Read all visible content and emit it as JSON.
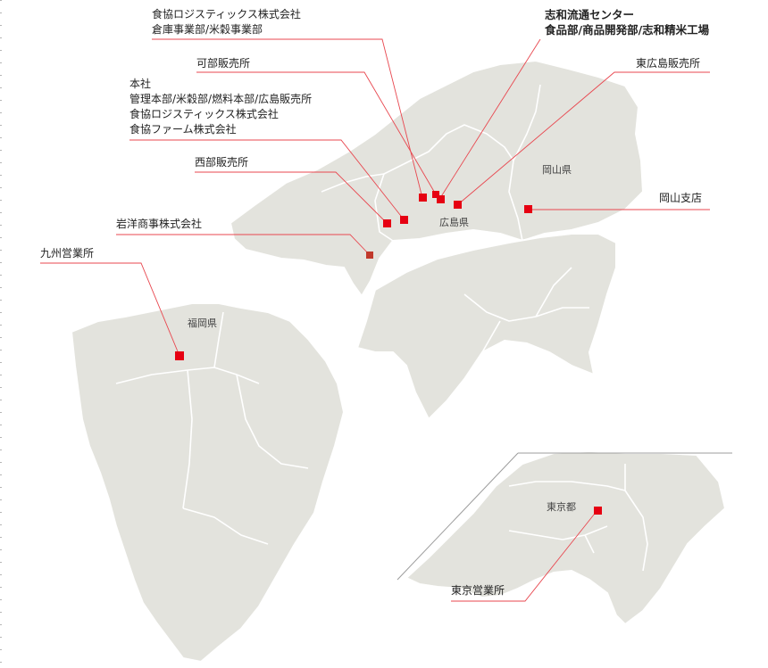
{
  "locations": [
    {
      "id": "shokkyo-logistics-soko",
      "lines": [
        "食協ロジスティックス株式会社",
        "倉庫事業部/米穀事業部"
      ]
    },
    {
      "id": "shiwa-center",
      "lines": [
        "志和流通センター",
        "食品部/商品開発部/志和精米工場"
      ]
    },
    {
      "id": "kabe",
      "lines": [
        "可部販売所"
      ]
    },
    {
      "id": "higashihiroshima",
      "lines": [
        "東広島販売所"
      ]
    },
    {
      "id": "honsha",
      "lines": [
        "本社",
        "管理本部/米穀部/燃料本部/広島販売所",
        "食協ロジスティックス株式会社",
        "食協ファーム株式会社"
      ]
    },
    {
      "id": "seibu",
      "lines": [
        "西部販売所"
      ]
    },
    {
      "id": "okayama-shiten",
      "lines": [
        "岡山支店"
      ]
    },
    {
      "id": "ganyo",
      "lines": [
        "岩洋商事株式会社"
      ]
    },
    {
      "id": "kyushu",
      "lines": [
        "九州営業所"
      ]
    },
    {
      "id": "tokyo",
      "lines": [
        "東京営業所"
      ]
    }
  ],
  "prefectures": {
    "okayama": "岡山県",
    "hiroshima": "広島県",
    "fukuoka": "福岡県",
    "tokyo": "東京都"
  },
  "colors": {
    "land": "#e3e3dd",
    "border": "#ffffff",
    "marker": "#e60012",
    "leader": "#e8474f"
  }
}
